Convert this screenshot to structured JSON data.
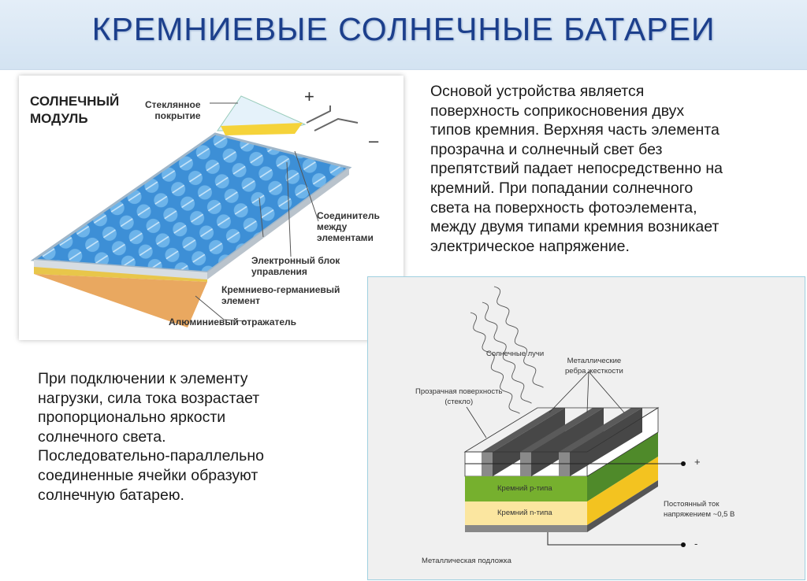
{
  "title": "КРЕМНИЕВЫЕ СОЛНЕЧНЫЕ БАТАРЕИ",
  "paragraph_top": "Основой устройства является\nповерхность соприкосновения двух\nтипов кремния. Верхняя часть элемента\nпрозрачна и солнечный свет без\nпрепятствий падает непосредственно на\nкремний. При попадании солнечного\nсвета на поверхность фотоэлемента,\nмежду двумя типами кремния возникает\nэлектрическое напряжение.",
  "paragraph_bottom": "При подключении к элементу\nнагрузки, сила тока возрастает\nпропорционально яркости\nсолнечного света.\nПоследовательно-параллельно\nсоединенные ячейки  образуют\nсолнечную батарею.",
  "module_figure": {
    "heading_1": "СОЛНЕЧНЫЙ",
    "heading_2": "МОДУЛЬ",
    "glass_1": "Стеклянное",
    "glass_2": "покрытие",
    "plus": "+",
    "minus": "–",
    "connector_1": "Соединитель",
    "connector_2": "между",
    "connector_3": "элементами",
    "control_1": "Электронный блок",
    "control_2": "управления",
    "element_1": "Кремниево-германиевый",
    "element_2": "элемент",
    "reflector": "Алюминиевый отражатель"
  },
  "cell_figure": {
    "sun_rays": "Солнечные лучи",
    "ribs_1": "Металлические",
    "ribs_2": "ребра жесткости",
    "glass_1": "Прозрачная поверхность",
    "glass_2": "(стекло)",
    "p_type": "Кремний p-типа",
    "n_type": "Кремний n-типа",
    "dc_1": "Постоянный ток",
    "dc_2": "напряжением ~0,5 В",
    "substrate": "Металлическая подложка",
    "plus": "+",
    "minus": "-"
  }
}
